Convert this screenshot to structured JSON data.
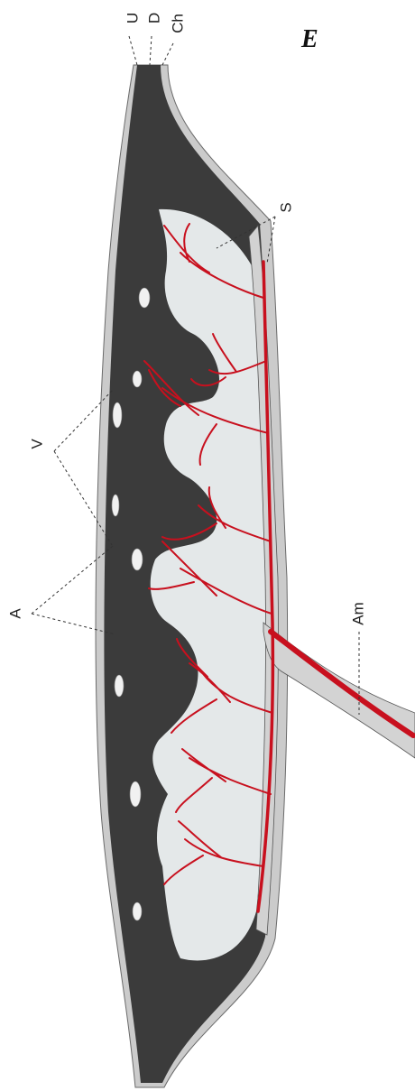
{
  "figure": {
    "panel_letter": "E",
    "labels": {
      "U": "U",
      "D": "D",
      "Ch": "Ch",
      "S": "S",
      "V": "V",
      "A": "A",
      "Am": "Am"
    }
  },
  "colors": {
    "outer_layer": "#c9c9c9",
    "decidua": "#3d3d3d",
    "space": "#e6e9ea",
    "chorion": "#cfcfcf",
    "vessel": "#c8101e",
    "vessel_sheath": "#d7d7d7"
  }
}
